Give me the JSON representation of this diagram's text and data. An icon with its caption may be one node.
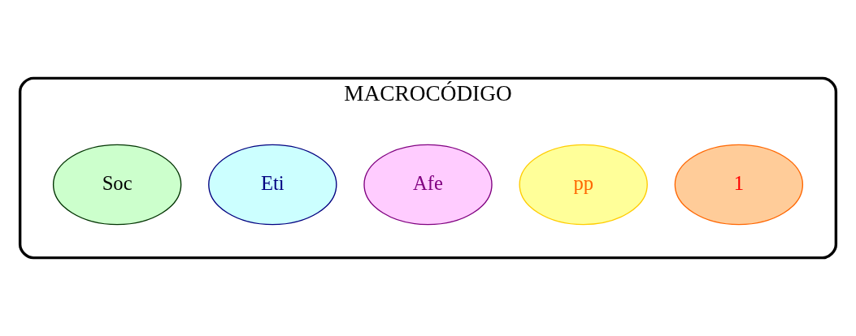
{
  "diagram": {
    "nodes": [
      {
        "text": [
          "MACROCÓDIGO"
        ]
      },
      {
        "text": [
          "Soc"
        ],
        "in": 0
      },
      {
        "text": [
          "Eti"
        ],
        "in": 0
      },
      {
        "text": [
          "Afe"
        ],
        "in": 0
      },
      {
        "text": [
          "pp"
        ],
        "in": 0
      },
      {
        "text": [
          "1"
        ],
        "in": 0
      }
    ],
    "edges": []
  }
}
